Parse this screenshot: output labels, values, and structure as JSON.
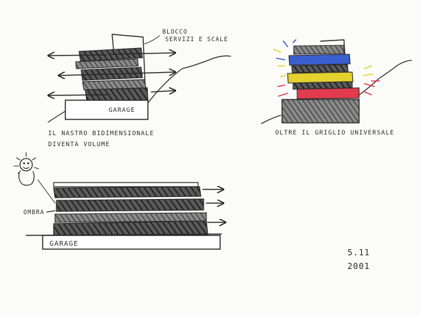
{
  "sketches": [
    {
      "caption_lines": [
        "IL NASTRO BIDIMENSIONALE",
        "DIVENTA VOLUME"
      ],
      "garage_label": "GARAGE",
      "annotation_lines": [
        "BLOCCO",
        "SERVIZI E SCALE"
      ]
    },
    {
      "caption": "OLTRE IL GRIGLIO UNIVERSALE",
      "band_colors": [
        "#3a5fd0",
        "#e5d12e",
        "#e33b4e"
      ]
    },
    {
      "garage_label": "GARAGE",
      "shade_label": "OMBRA"
    }
  ],
  "date_lines": [
    "5.11",
    "2001"
  ],
  "colors": {
    "ink": "#2a2a2a",
    "shade": "#3a3a3a"
  }
}
